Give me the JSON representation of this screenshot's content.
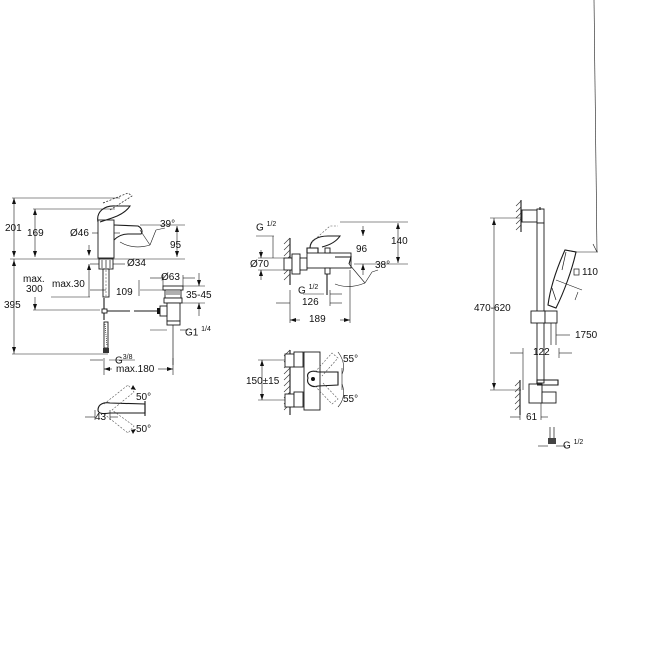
{
  "drawings": {
    "basin_mixer": {
      "dimensions": {
        "overall_height": "201",
        "body_height": "169",
        "spout_diameter": "Ø46",
        "spout_angle": "39°",
        "spout_height": "95",
        "shank_diameter": "Ø34",
        "max_300_a": "max.",
        "max_300_b": "300",
        "max_30": "max.30",
        "waste_diameter": "Ø63",
        "projection": "109",
        "waste_range": "35-45",
        "total_height": "395",
        "waste_thread_g": "G1",
        "waste_thread_frac": "1/4",
        "hose_thread_g": "G",
        "hose_thread_frac": "3/8",
        "max_180": "max.180",
        "handle_angle_top": "50°",
        "handle_angle_bottom": "50°",
        "handle_offset": "43"
      }
    },
    "bath_mixer": {
      "dimensions": {
        "inlet_thread_g": "G",
        "inlet_thread_frac": "1/2",
        "rosette_diameter": "Ø70",
        "spout_height": "96",
        "overall_height": "140",
        "spout_angle": "38°",
        "outlet_thread_g": "G",
        "outlet_thread_frac": "1/2",
        "spout_projection": "126",
        "overall_projection": "189",
        "centres": "150±15",
        "handle_angle_top": "55°",
        "handle_angle_bottom": "55°"
      }
    },
    "shower_rail": {
      "dimensions": {
        "rail_height": "470-620",
        "handshower_size": "110",
        "hose_length": "1750",
        "rail_depth": "122",
        "wall_offset": "61",
        "outlet_thread_g": "G",
        "outlet_thread_frac": "1/2"
      }
    }
  }
}
